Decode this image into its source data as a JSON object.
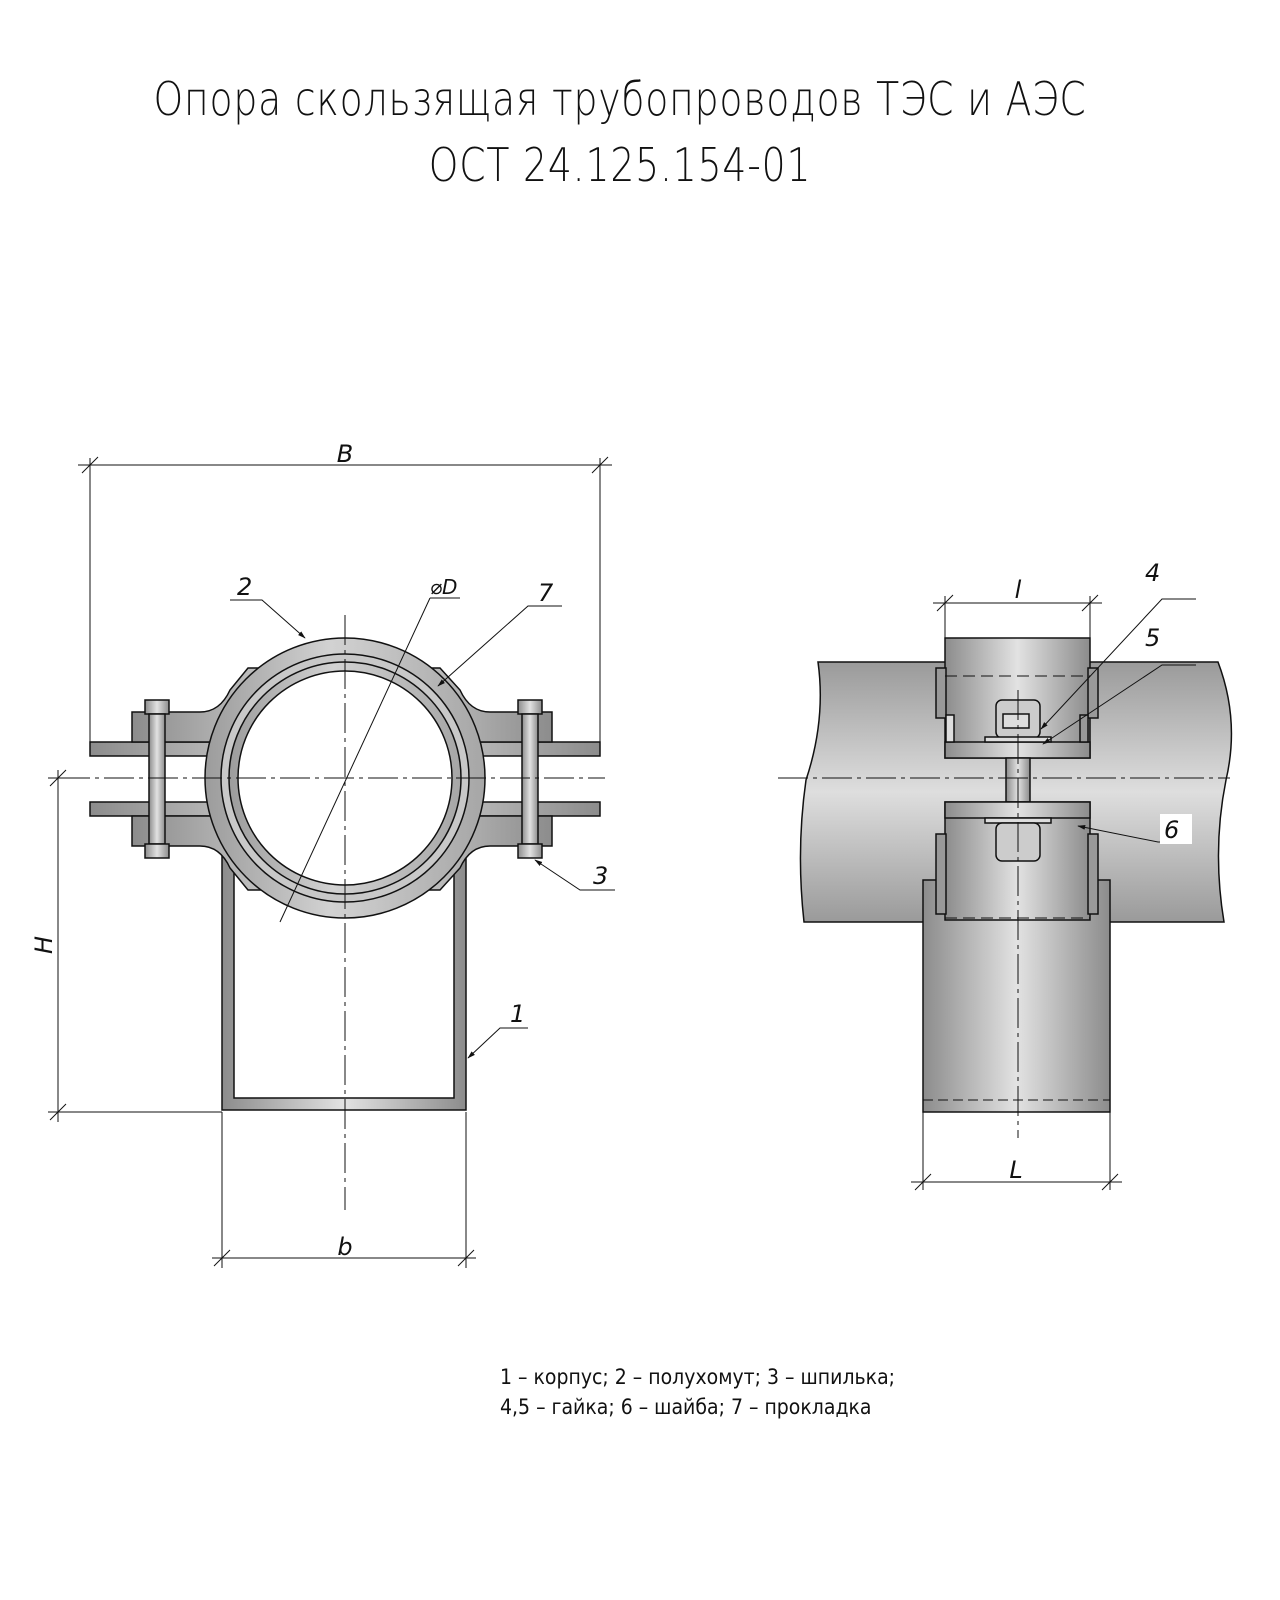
{
  "title": {
    "line1": "Опора скользящая трубопроводов ТЭС и АЭС",
    "line2": "ОСТ 24.125.154-01"
  },
  "dimensions": {
    "B": "B",
    "H": "H",
    "b": "b",
    "D": "⌀D",
    "l": "l",
    "L": "L"
  },
  "callouts": {
    "c1": "1",
    "c2": "2",
    "c3": "3",
    "c4": "4",
    "c5": "5",
    "c6": "6",
    "c7": "7"
  },
  "legend": {
    "line1": "1 – корпус; 2 – полухомут; 3 – шпилька;",
    "line2": "4,5 – гайка; 6 – шайба; 7 – прокладка"
  },
  "colors": {
    "metal_dark": "#8a8a8a",
    "metal_light": "#d8d8d8",
    "line": "#111111"
  }
}
